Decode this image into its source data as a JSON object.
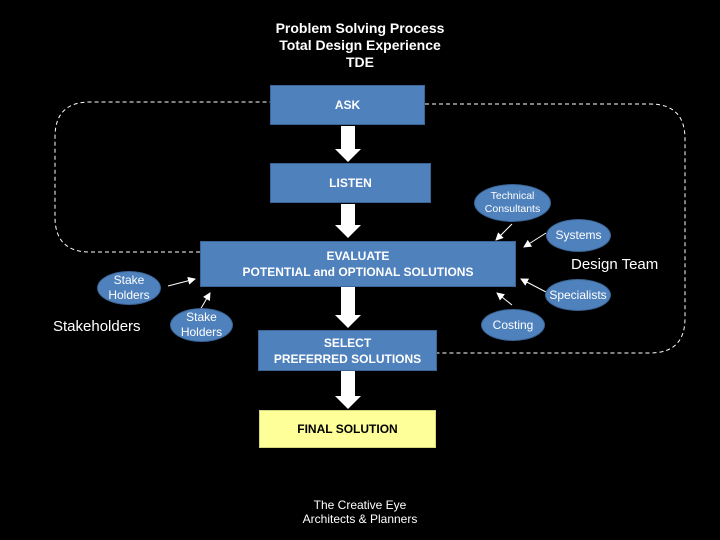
{
  "title": {
    "line1": "Problem Solving Process",
    "line2": "Total Design Experience",
    "line3": "TDE"
  },
  "steps": {
    "ask": "ASK",
    "listen": "LISTEN",
    "evaluate_line1": "EVALUATE",
    "evaluate_line2": "POTENTIAL and OPTIONAL SOLUTIONS",
    "select_line1": "SELECT",
    "select_line2": "PREFERRED SOLUTIONS",
    "final": "FINAL SOLUTION"
  },
  "stakeholders": {
    "group_label": "Stakeholders",
    "oval1_line1": "Stake",
    "oval1_line2": "Holders",
    "oval2_line1": "Stake",
    "oval2_line2": "Holders"
  },
  "design_team": {
    "group_label": "Design Team",
    "technical_line1": "Technical",
    "technical_line2": "Consultants",
    "systems": "Systems",
    "specialists": "Specialists",
    "costing": "Costing"
  },
  "footer": {
    "line1": "The Creative Eye",
    "line2": "Architects & Planners"
  },
  "colors": {
    "background": "#000000",
    "step_box": "#4f81bd",
    "final_box": "#ffff99",
    "text": "#ffffff"
  }
}
